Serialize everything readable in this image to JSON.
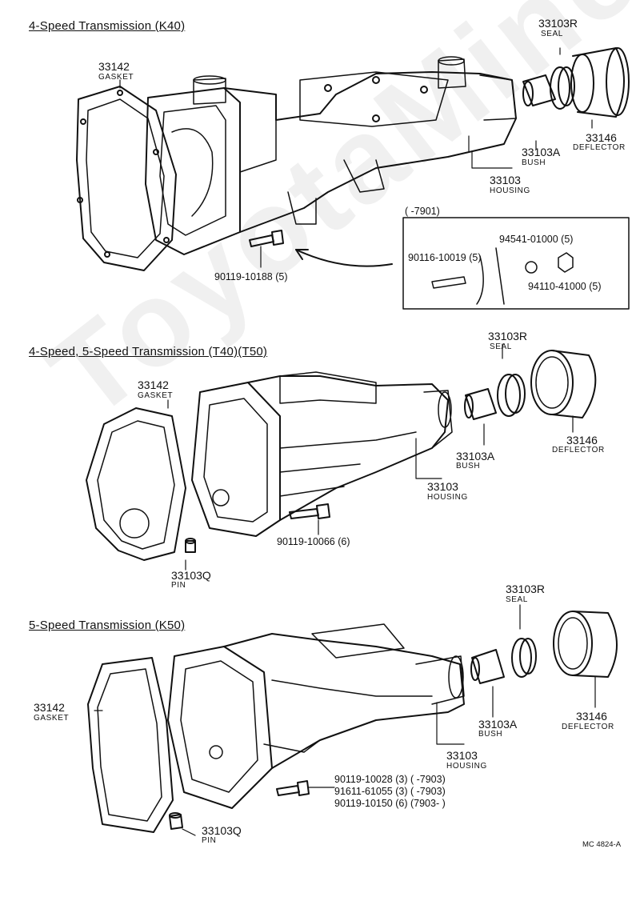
{
  "watermark": "ToyotaMine",
  "sections": [
    {
      "title": "4-Speed Transmission (K40)",
      "labels": {
        "gasket_num": "33142",
        "gasket": "GASKET",
        "seal_num": "33103R",
        "seal": "SEAL",
        "deflector_num": "33146",
        "deflector": "DEFLECTOR",
        "bush_num": "33103A",
        "bush": "BUSH",
        "housing_num": "33103",
        "housing": "HOUSING",
        "bolt": "90119-10188 (5)"
      },
      "inset": {
        "title": "(      -7901)",
        "washer": "94541-01000 (5)",
        "stud": "90116-10019 (5)",
        "nut": "94110-41000 (5)"
      }
    },
    {
      "title": "4-Speed, 5-Speed Transmission (T40)(T50)",
      "labels": {
        "gasket_num": "33142",
        "gasket": "GASKET",
        "seal_num": "33103R",
        "seal": "SEAL",
        "deflector_num": "33146",
        "deflector": "DEFLECTOR",
        "bush_num": "33103A",
        "bush": "BUSH",
        "housing_num": "33103",
        "housing": "HOUSING",
        "bolt": "90119-10066 (6)",
        "pin_num": "33103Q",
        "pin": "PIN"
      }
    },
    {
      "title": "5-Speed Transmission (K50)",
      "labels": {
        "gasket_num": "33142",
        "gasket": "GASKET",
        "seal_num": "33103R",
        "seal": "SEAL",
        "deflector_num": "33146",
        "deflector": "DEFLECTOR",
        "bush_num": "33103A",
        "bush": "BUSH",
        "housing_num": "33103",
        "housing": "HOUSING",
        "pin_num": "33103Q",
        "pin": "PIN",
        "bolts": [
          "90119-10028 (3) (      -7903)",
          "91611-61055 (3) (      -7903)",
          "90119-10150 (6) (7903-      )"
        ]
      }
    }
  ],
  "figure_code": "MC 4824-A"
}
